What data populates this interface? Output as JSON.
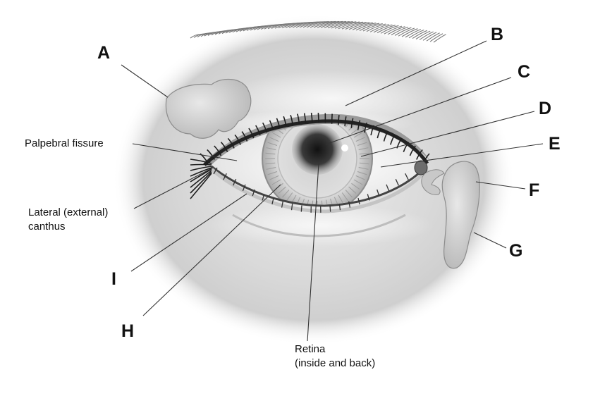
{
  "figure": {
    "labels": {
      "A": "A",
      "B": "B",
      "C": "C",
      "D": "D",
      "E": "E",
      "F": "F",
      "G": "G",
      "H": "H",
      "I": "I",
      "palpebral_fissure": "Palpebral fissure",
      "lateral_canthus_line1": "Lateral (external)",
      "lateral_canthus_line2": "canthus",
      "retina_line1": "Retina",
      "retina_line2": "(inside and back)"
    }
  }
}
